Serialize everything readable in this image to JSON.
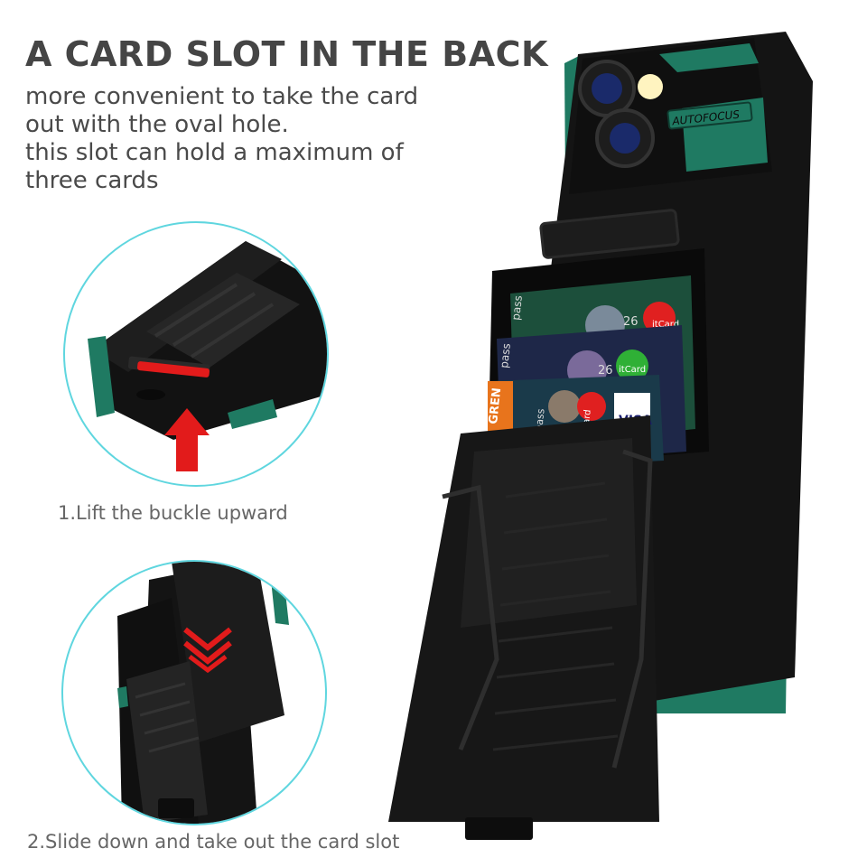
{
  "headline": "A CARD SLOT IN THE BACK",
  "description": [
    "more convenient to take the card",
    "out with the oval hole.",
    "this slot can hold a maximum of",
    "three cards"
  ],
  "steps": [
    {
      "label": "1.Lift the buckle upward"
    },
    {
      "label": "2.Slide down and take out the card slot"
    }
  ],
  "camera": {
    "badge": "AUTOFOCUS"
  },
  "cards": [
    {
      "left_text": "pass",
      "mid_text": "26",
      "right_text": "itCard"
    },
    {
      "left_text": "pass",
      "mid_text": "26",
      "right_text": "itCard"
    },
    {
      "left_text": "GREN",
      "mid_text": "pass",
      "right_text": "ditCard",
      "right2_text": "VISA"
    }
  ],
  "colors": {
    "case_black": "#141414",
    "case_green": "#1f7a62",
    "circle_border": "#5fd6df",
    "arrow_red": "#e21b1b"
  }
}
